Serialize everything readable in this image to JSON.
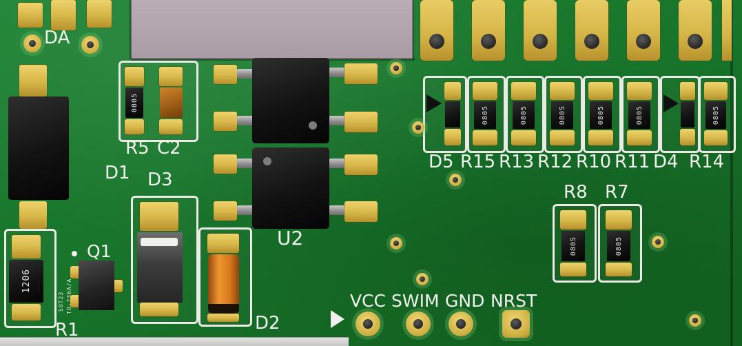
{
  "title": "PCB 3D render",
  "silkscreen": {
    "da": "DA",
    "d1": "D1",
    "r5": "R5",
    "c2": "C2",
    "d3": "D3",
    "q1": "Q1",
    "r1": "R1",
    "d2": "D2",
    "u2": "U2",
    "row": [
      "D5",
      "R15",
      "R13",
      "R12",
      "R10",
      "R11",
      "D4",
      "R14"
    ],
    "r8": "R8",
    "r7": "R7",
    "pins": [
      "VCC",
      "SWIM",
      "GND",
      "NRST"
    ]
  },
  "markings": {
    "r1": "1206",
    "q1_line1": "SOT23",
    "q1_line2": "TO-236A/A",
    "r5": "0805",
    "row": [
      "0805",
      "0805",
      "0805",
      "0805",
      "0805"
    ],
    "r14": "0805",
    "r8": "0805",
    "r7": "0805"
  },
  "colors": {
    "board_green": "#1a7c30",
    "pad_gold": "#d9b94a",
    "silkscreen_white": "#f2f2ee",
    "background_mauve": "#b0a2aa",
    "component_black": "#161616",
    "c2_body_orange": "#b26a1e",
    "d2_body_orange": "#e08a28"
  }
}
